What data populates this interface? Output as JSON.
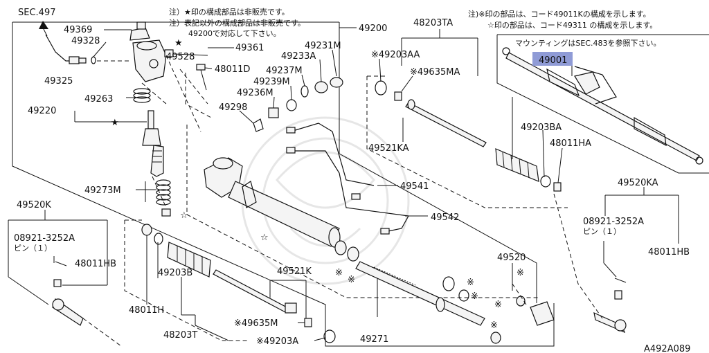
{
  "notes": {
    "left_1": "注）★印の構成部品は非販売です。",
    "left_2": "注）表記以外の構成部品は非販売です。",
    "left_3": "49200で対応して下さい。",
    "right_1": "注)※印の部品は、コード49011Kの構成を示します。",
    "right_2": "☆印の部品は、コード49311 の構成を示します。",
    "right_3": "マウンティングはSEC.483を参照下さい。"
  },
  "labels": {
    "sec497": "SEC.497",
    "p49369": "49369",
    "p49328": "49328",
    "p49325": "49325",
    "p49528": "49528",
    "p49361": "49361",
    "p48011D": "48011D",
    "p49200": "49200",
    "p49231M": "49231M",
    "p49233A": "49233A",
    "p49237M": "49237M",
    "p49239M": "49239M",
    "p49236M": "49236M",
    "p49298": "49298",
    "p49263": "49263",
    "p49220": "49220",
    "p49273M": "49273M",
    "p48203TA": "48203TA",
    "p49203AA": "※49203AA",
    "p49635MA": "※49635MA",
    "p49521KA": "49521KA",
    "p49203BA": "49203BA",
    "p48011HA": "48011HA",
    "p49001": "49001",
    "p49541": "49541",
    "p49542": "49542",
    "p49520KA": "49520KA",
    "p08921r": "08921-3252A",
    "pin_r": "ピン（１）",
    "p48011HBr": "48011HB",
    "p49520K": "49520K",
    "p08921l": "08921-3252A",
    "pin_l": "ピン（１）",
    "p48011HBl": "48011HB",
    "p48011H": "48011H",
    "p49203B": "49203B",
    "p48203T": "48203T",
    "p49521K": "49521K",
    "p49635M": "※49635M",
    "p49203A": "※49203A",
    "p49271": "49271",
    "p49520": "49520",
    "code": "A492A089"
  },
  "highlight_color": "#8f9bd6",
  "symbols": {
    "star": "★",
    "star_open": "☆",
    "kome": "※"
  }
}
